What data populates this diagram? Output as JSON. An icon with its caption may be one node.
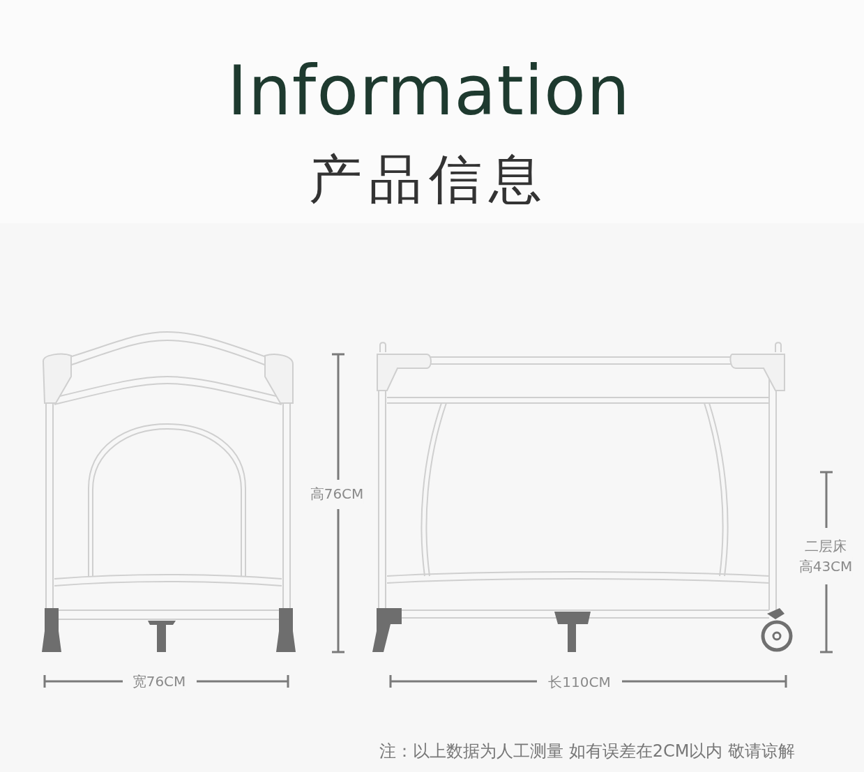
{
  "diagram": {
    "title": "Information",
    "labels": [
      "产品信息",
      "高76CM",
      "二层床",
      "高43CM",
      "宽76CM",
      "长110CM",
      "注：以上数据为人工测量 如有误差在2CM以内 敬请谅解"
    ]
  }
}
